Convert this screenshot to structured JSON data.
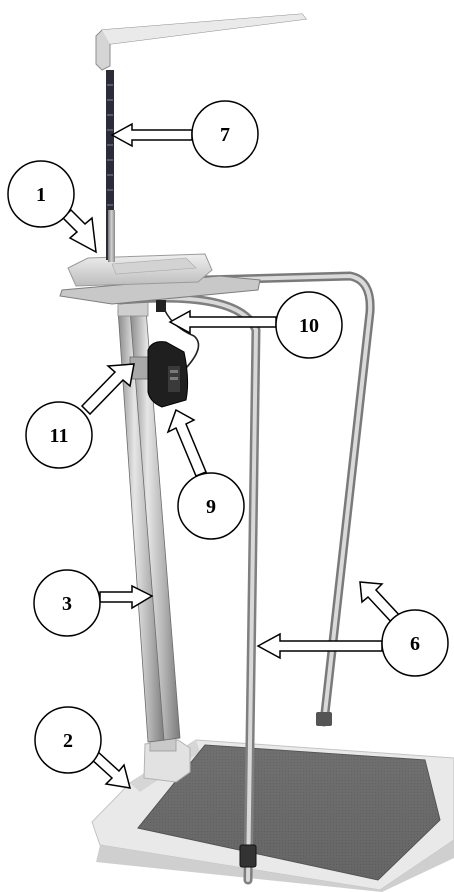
{
  "callouts": [
    {
      "id": "1",
      "label": "1"
    },
    {
      "id": "2",
      "label": "2"
    },
    {
      "id": "3",
      "label": "3"
    },
    {
      "id": "6",
      "label": "6"
    },
    {
      "id": "7",
      "label": "7"
    },
    {
      "id": "9",
      "label": "9"
    },
    {
      "id": "10",
      "label": "10"
    },
    {
      "id": "11",
      "label": "11"
    }
  ],
  "colors": {
    "metal_light": "#e2e2e2",
    "metal_mid": "#b9b9b9",
    "metal_dark": "#8a8a8a",
    "platform_top": "#6f6f6f",
    "platform_edge": "#d8d8d8",
    "base_housing": "#e6e6e6",
    "printer_body": "#1e1e1e",
    "callout_stroke": "#000000",
    "background": "#ffffff"
  },
  "icons": {
    "printer": "printer-icon",
    "arrow": "hollow-arrow-icon"
  }
}
